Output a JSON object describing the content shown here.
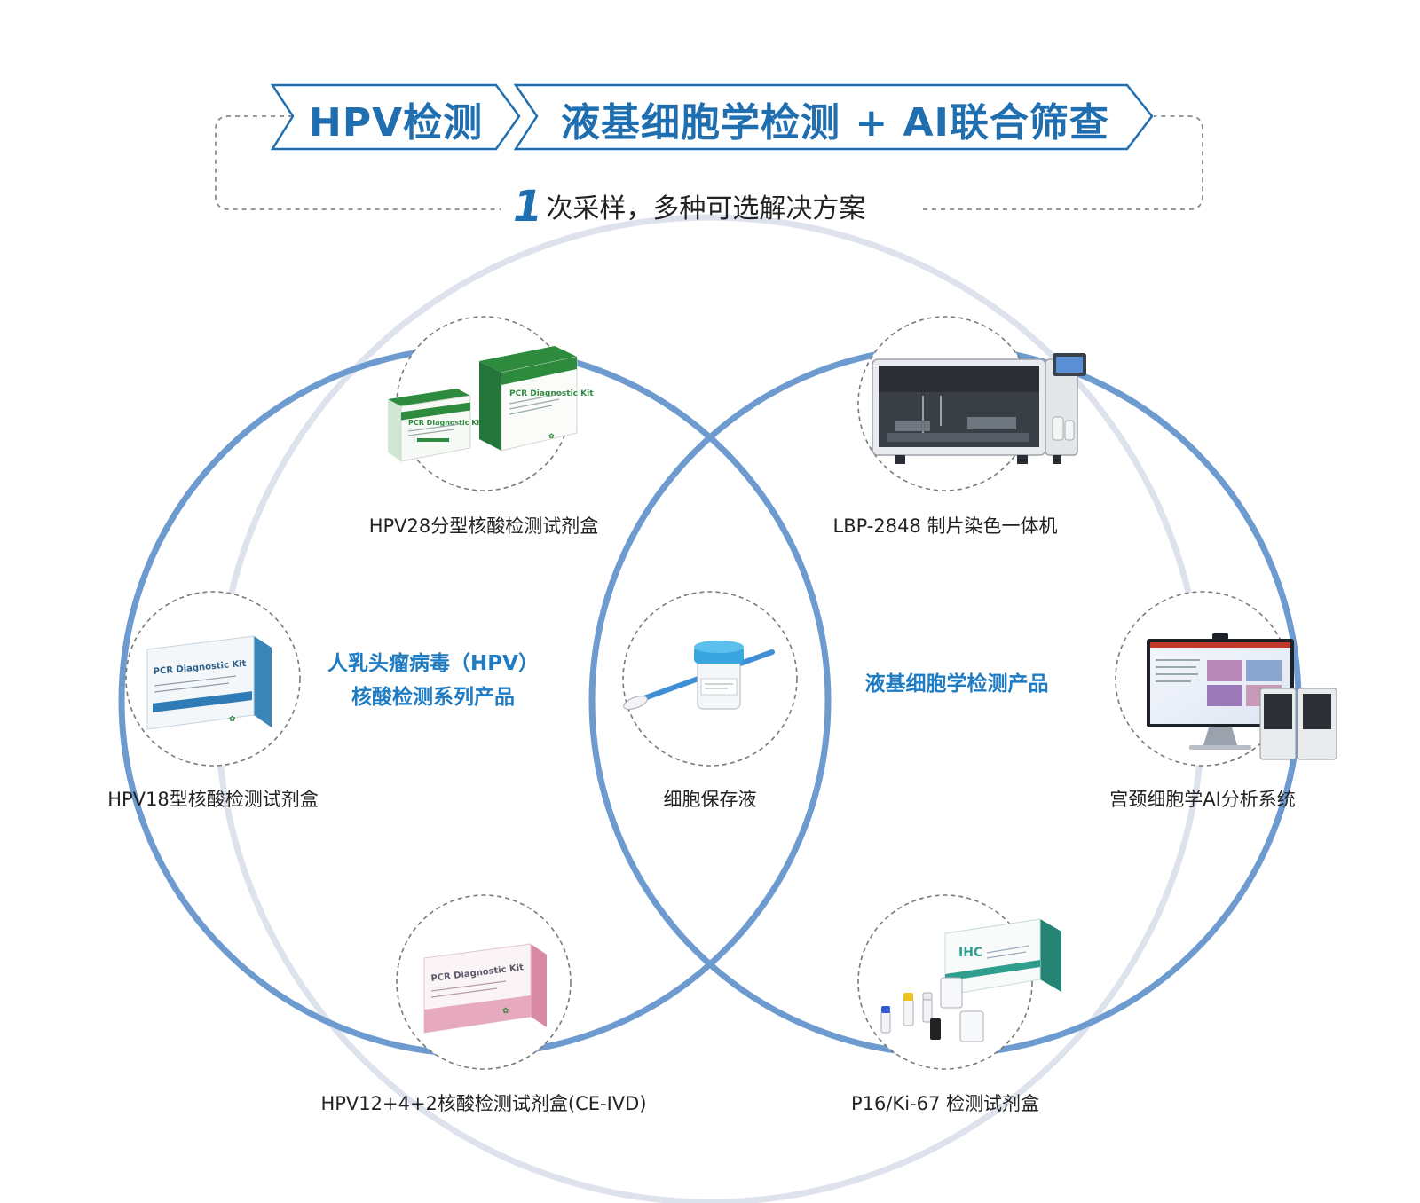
{
  "banner": {
    "step1": "HPV检测",
    "step2": "液基细胞学检测 + AI联合筛查"
  },
  "subtitle": {
    "number": "1",
    "text": "次采样，多种可选解决方案"
  },
  "groups": {
    "left": {
      "line1": "人乳头瘤病毒（HPV）",
      "line2": "核酸检测系列产品"
    },
    "right": {
      "line1": "液基细胞学检测产品"
    }
  },
  "products": {
    "hpv28": {
      "caption": "HPV28分型核酸检测试剂盒",
      "box_text": "PCR Diagnostic Kit"
    },
    "hpv18": {
      "caption": "HPV18型核酸检测试剂盒",
      "box_text": "PCR Diagnostic Kit"
    },
    "hpv12": {
      "caption": "HPV12+4+2核酸检测试剂盒(CE-IVD)",
      "box_text": "PCR Diagnostic Kit"
    },
    "preservation": {
      "caption": "细胞保存液"
    },
    "lbp": {
      "caption": "LBP-2848 制片染色一体机"
    },
    "ai_system": {
      "caption": "宫颈细胞学AI分析系统"
    },
    "p16": {
      "caption": "P16/Ki-67 检测试剂盒",
      "box_text": "IHC"
    }
  },
  "colors": {
    "accent": "#1f6fb0",
    "ring_dark": "#6d9bd0",
    "ring_light": "#dde2ec",
    "kit_green": "#2e8b3e",
    "kit_blue": "#3a86b8",
    "kit_pink": "#e7a9bd",
    "kit_teal": "#2f9e8f"
  }
}
